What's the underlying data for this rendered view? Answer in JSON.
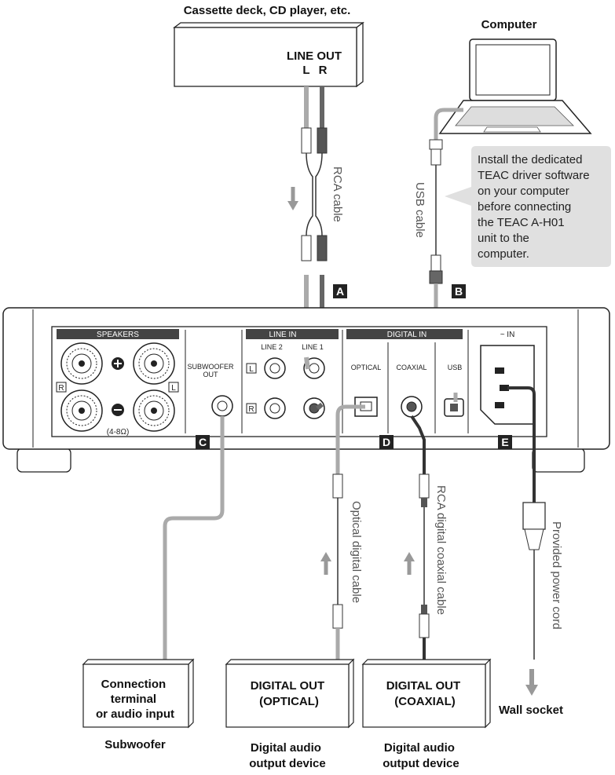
{
  "source": {
    "title": "Cassette deck, CD player, etc.",
    "line_out": "LINE OUT",
    "l": "L",
    "r": "R"
  },
  "computer": {
    "title": "Computer"
  },
  "note": {
    "lines": [
      "Install the dedicated",
      "TEAC driver software",
      "on your computer",
      "before connecting",
      "the  TEAC A-H01",
      "unit to the",
      "computer."
    ]
  },
  "cables": {
    "rca": "RCA cable",
    "usb": "USB cable",
    "optical": "Optical digital cable",
    "coaxial": "RCA digital coaxial cable",
    "power": "Provided power cord"
  },
  "markers": [
    "A",
    "B",
    "C",
    "D",
    "E"
  ],
  "unit": {
    "speakers": "SPEAKERS",
    "line_in": "LINE IN",
    "line2": "LINE 2",
    "line1": "LINE 1",
    "digital_in": "DIGITAL IN",
    "optical": "OPTICAL",
    "coaxial": "COAXIAL",
    "usb": "USB",
    "ac_in": "~ IN",
    "subwoofer_out_1": "SUBWOOFER",
    "subwoofer_out_2": "OUT",
    "impedance": "(4-8Ω)",
    "l": "L",
    "r": "R"
  },
  "devices": {
    "subwoofer_box": [
      "Connection",
      "terminal",
      "or audio input"
    ],
    "subwoofer_caption": "Subwoofer",
    "optical_box": [
      "DIGITAL OUT",
      "(OPTICAL)"
    ],
    "optical_caption": [
      "Digital audio",
      "output device"
    ],
    "coaxial_box": [
      "DIGITAL OUT",
      "(COAXIAL)"
    ],
    "coaxial_caption": [
      "Digital audio",
      "output device"
    ],
    "wall_socket": "Wall socket"
  }
}
